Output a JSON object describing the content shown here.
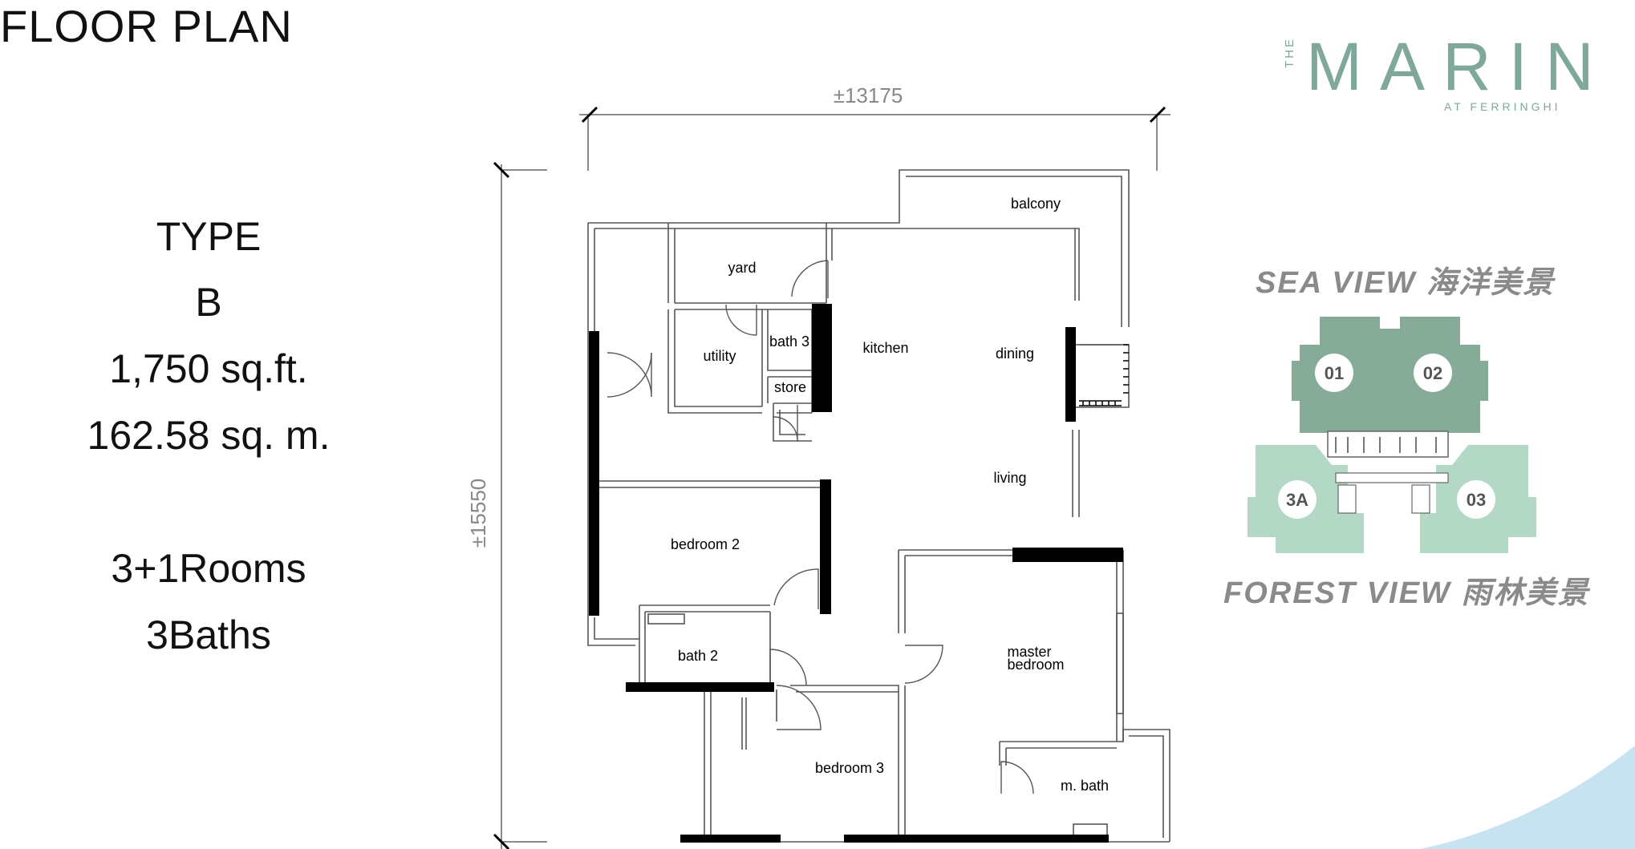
{
  "heading": "FLOOR PLAN",
  "unit": {
    "type_label": "TYPE",
    "type_value": "B",
    "area_sqft": "1,750 sq.ft.",
    "area_sqm": "162.58 sq. m.",
    "rooms": "3+1Rooms",
    "baths": "3Baths"
  },
  "logo": {
    "prefix": "THE",
    "name": "MARIN",
    "tagline": "AT FERRINGHI",
    "color": "#7fa89a"
  },
  "dimensions": {
    "width": "±13175",
    "height": "±15550"
  },
  "rooms": {
    "balcony": "balcony",
    "yard": "yard",
    "utility": "utility",
    "bath3": "bath 3",
    "store": "store",
    "kitchen": "kitchen",
    "dining": "dining",
    "living": "living",
    "bedroom2": "bedroom 2",
    "bath2": "bath 2",
    "master_line1": "master",
    "master_line2": "bedroom",
    "bedroom3": "bedroom 3",
    "mbath": "m. bath"
  },
  "key_plan": {
    "sea_view": "SEA VIEW 海洋美景",
    "forest_view": "FOREST VIEW 雨林美景",
    "units": [
      "01",
      "02",
      "3A",
      "03"
    ],
    "sea_color": "#86ab98",
    "forest_color": "#b4d8c6"
  },
  "colors": {
    "wall": "#000000",
    "line": "#666666",
    "wave": "#c7e3f2"
  }
}
